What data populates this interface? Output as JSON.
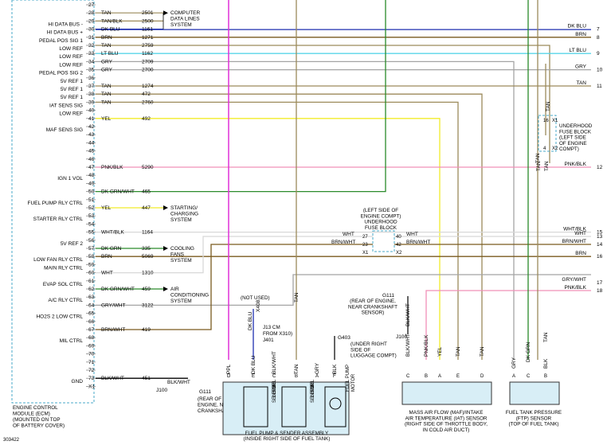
{
  "ecm": {
    "rows": [
      {
        "pin": "27",
        "sig": "",
        "color": "",
        "circuit": ""
      },
      {
        "pin": "28",
        "sig": "",
        "color": "TAN",
        "circuit": "2501"
      },
      {
        "pin": "29",
        "sig": "HI DATA BUS -",
        "color": "TAN/BLK",
        "circuit": "2500"
      },
      {
        "pin": "30",
        "sig": "HI DATA BUS +",
        "color": "DK BLU",
        "circuit": "1161"
      },
      {
        "pin": "31",
        "sig": "PEDAL POS SIG 1",
        "color": "BRN",
        "circuit": "1271"
      },
      {
        "pin": "32",
        "sig": "LOW REF",
        "color": "TAN",
        "circuit": "2759"
      },
      {
        "pin": "33",
        "sig": "LOW REF",
        "color": "LT BLU",
        "circuit": "1162"
      },
      {
        "pin": "34",
        "sig": "LOW REF",
        "color": "GRY",
        "circuit": "2709"
      },
      {
        "pin": "35",
        "sig": "PEDAL POS SIG 2",
        "color": "GRY",
        "circuit": "2700"
      },
      {
        "pin": "36",
        "sig": "5V REF 1",
        "color": "",
        "circuit": ""
      },
      {
        "pin": "37",
        "sig": "5V REF 1",
        "color": "TAN",
        "circuit": "1274"
      },
      {
        "pin": "38",
        "sig": "5V REF 1",
        "color": "TAN",
        "circuit": "472"
      },
      {
        "pin": "39",
        "sig": "IAT SENS SIG",
        "color": "TAN",
        "circuit": "2760"
      },
      {
        "pin": "40",
        "sig": "LOW REF",
        "color": "",
        "circuit": ""
      },
      {
        "pin": "41",
        "sig": "",
        "color": "YEL",
        "circuit": "492"
      },
      {
        "pin": "42",
        "sig": "MAF SENS SIG",
        "color": "",
        "circuit": ""
      },
      {
        "pin": "43",
        "sig": "",
        "color": "",
        "circuit": ""
      },
      {
        "pin": "44",
        "sig": "",
        "color": "",
        "circuit": ""
      },
      {
        "pin": "45",
        "sig": "",
        "color": "",
        "circuit": ""
      },
      {
        "pin": "46",
        "sig": "",
        "color": "",
        "circuit": ""
      },
      {
        "pin": "47",
        "sig": "",
        "color": "PNK/BLK",
        "circuit": "5290"
      },
      {
        "pin": "48",
        "sig": "IGN 1 VOL",
        "color": "",
        "circuit": ""
      },
      {
        "pin": "49",
        "sig": "",
        "color": "",
        "circuit": ""
      },
      {
        "pin": "50",
        "sig": "",
        "color": "DK GRN/WHT",
        "circuit": "465"
      },
      {
        "pin": "51",
        "sig": "FUEL PUMP RLY CTRL",
        "color": "",
        "circuit": ""
      },
      {
        "pin": "52",
        "sig": "",
        "color": "YEL",
        "circuit": "447"
      },
      {
        "pin": "53",
        "sig": "STARTER RLY CTRL",
        "color": "",
        "circuit": ""
      },
      {
        "pin": "54",
        "sig": "",
        "color": "",
        "circuit": ""
      },
      {
        "pin": "55",
        "sig": "",
        "color": "WHT/BLK",
        "circuit": "1164"
      },
      {
        "pin": "56",
        "sig": "5V REF 2",
        "color": "",
        "circuit": ""
      },
      {
        "pin": "57",
        "sig": "",
        "color": "DK GRN",
        "circuit": "335"
      },
      {
        "pin": "58",
        "sig": "LOW FAN RLY CTRL",
        "color": "BRN",
        "circuit": "5069"
      },
      {
        "pin": "59",
        "sig": "MAIN RLY CTRL",
        "color": "",
        "circuit": ""
      },
      {
        "pin": "60",
        "sig": "",
        "color": "WHT",
        "circuit": "1310"
      },
      {
        "pin": "61",
        "sig": "EVAP SOL CTRL",
        "color": "",
        "circuit": ""
      },
      {
        "pin": "62",
        "sig": "",
        "color": "DK GRN/WHT",
        "circuit": "459"
      },
      {
        "pin": "63",
        "sig": "A/C RLY CTRL",
        "color": "",
        "circuit": ""
      },
      {
        "pin": "64",
        "sig": "",
        "color": "GRY/WHT",
        "circuit": "3122"
      },
      {
        "pin": "65",
        "sig": "HO2S 2 LOW CTRL",
        "color": "",
        "circuit": ""
      },
      {
        "pin": "66",
        "sig": "",
        "color": "",
        "circuit": ""
      },
      {
        "pin": "67",
        "sig": "",
        "color": "BRN/WHT",
        "circuit": "419"
      },
      {
        "pin": "68",
        "sig": "MIL CTRL",
        "color": "",
        "circuit": ""
      },
      {
        "pin": "69",
        "sig": "",
        "color": "",
        "circuit": ""
      },
      {
        "pin": "70",
        "sig": "",
        "color": "",
        "circuit": ""
      },
      {
        "pin": "71",
        "sig": "",
        "color": "",
        "circuit": ""
      },
      {
        "pin": "72",
        "sig": "",
        "color": "",
        "circuit": ""
      },
      {
        "pin": "73",
        "sig": "GND",
        "color": "BLK/WHT",
        "circuit": "451"
      },
      {
        "pin": "X1",
        "sig": "",
        "color": "",
        "circuit": ""
      }
    ],
    "module_label": [
      "ENGINE CONTROL",
      "MODULE (ECM)",
      "(MOUNTED ON TOP",
      "OF BATTERY COVER)"
    ]
  },
  "destinations": {
    "computer_data": [
      "COMPUTER",
      "DATA LINES",
      "SYSTEM"
    ],
    "starting": [
      "STARTING/",
      "CHARGING",
      "SYSTEM"
    ],
    "cooling": [
      "COOLING",
      "FANS",
      "SYSTEM"
    ],
    "ac": [
      "AIR",
      "CONDITIONING",
      "SYSTEM"
    ]
  },
  "right_edge": [
    {
      "color": "DK BLU",
      "num": "7"
    },
    {
      "color": "BRN",
      "num": "8"
    },
    {
      "color": "LT BLU",
      "num": "9"
    },
    {
      "color": "GRY",
      "num": "10"
    },
    {
      "color": "TAN",
      "num": "11"
    },
    {
      "color": "PNK/BLK",
      "num": "12"
    },
    {
      "color": "WHT",
      "num": "13"
    },
    {
      "color": "BRN/WHT",
      "num": "14"
    },
    {
      "color": "WHT/BLK",
      "num": "15"
    },
    {
      "color": "BRN",
      "num": "16"
    },
    {
      "color": "GRY/WHT",
      "num": "17"
    },
    {
      "color": "PNK/BLK",
      "num": "18"
    }
  ],
  "fuse_block_1": {
    "label": [
      "UNDERHOOD",
      "FUSE BLOCK",
      "(LEFT SIDE",
      "OF ENGINE",
      "COMPT)"
    ],
    "pins": [
      "16",
      "X1",
      "4",
      "X2"
    ],
    "wires": [
      "TAN",
      "TAN",
      "TAN"
    ]
  },
  "fuse_block_2": {
    "label": [
      "(LEFT SIDE OF",
      "ENGINE COMPT)",
      "UNDERHOOD",
      "FUSE BLOCK"
    ],
    "pins": [
      "27",
      "40",
      "23",
      "42",
      "X1",
      "X2"
    ],
    "wires_left": [
      "WHT",
      "BRN/WHT"
    ],
    "wires_right": [
      "WHT",
      "BRN/WHT"
    ]
  },
  "ground_g111_top": {
    "id": "G111",
    "note": [
      "(REAR OF ENGINE,",
      "NEAR CRANKSHAFT",
      "SENSOR)"
    ],
    "wire": "BLK/WHT",
    "conn": "J100"
  },
  "ground_g403": {
    "id": "G403",
    "note": [
      "(UNDER RIGHT",
      "SIDE OF",
      "LUGGAGE COMPT)"
    ]
  },
  "not_used": {
    "text": "(NOT USED)",
    "pin": "X408"
  },
  "splice": {
    "text": [
      "J13 CM",
      "FROM X310)",
      "J401"
    ],
    "wire": "DK BLU"
  },
  "ecm_gnd": {
    "conn": "J100",
    "ground": "G111",
    "wire": "BLK/WHT",
    "note": [
      "(REAR OF",
      "ENGINE, NEAR",
      "CRANKSHAFT SENSOR)"
    ]
  },
  "fuel_pump_assy": {
    "pins": [
      "D",
      "E",
      "C",
      "B",
      "A",
      "F"
    ],
    "wires": [
      "PPL",
      "DK BLU",
      "BLK/WHT",
      "TAN",
      "GRY",
      "BLK"
    ],
    "sensors": [
      [
        "FUEL",
        "LEVEL",
        "SENSOR"
      ],
      [
        "FUEL",
        "LEVEL",
        "SENSOR"
      ],
      [
        "FUEL PUMP",
        "MOTOR"
      ]
    ],
    "label": [
      "FUEL PUMP & SENDER ASSEMBLY",
      "(INSIDE RIGHT SIDE OF FUEL TANK)"
    ]
  },
  "maf_iat": {
    "pins": [
      "C",
      "B",
      "A",
      "E",
      "D"
    ],
    "wires": [
      "BLK/WHT",
      "PNK/BLK",
      "YEL",
      "TAN",
      "TAN"
    ],
    "label": [
      "MASS AIR FLOW (MAF)/INTAKE",
      "AIR TEMPERATURE (IAT) SENSOR",
      "(RIGHT SIDE OF THROTTLE BODY,",
      "IN COLD AIR DUCT)"
    ]
  },
  "ftp": {
    "pins": [
      "A",
      "C",
      "B"
    ],
    "wires": [
      "GRY",
      "DK GRN",
      "BLK",
      "TAN"
    ],
    "label": [
      "FUEL TANK PRESSURE",
      "(FTP) SENSOR",
      "(TOP OF FUEL TANK)"
    ]
  },
  "figure_id": "303422",
  "colors": {
    "tan": "#9c8a5a",
    "dkblu": "#1e2fb0",
    "brn": "#7a5a1e",
    "ltblu": "#58d4e8",
    "gry": "#a4a4a4",
    "yel": "#f2ec2a",
    "pnk": "#f090b8",
    "grn": "#2a8a2a",
    "wht": "#d8d8d8",
    "ppl": "#e030d8",
    "blk": "#101010"
  }
}
